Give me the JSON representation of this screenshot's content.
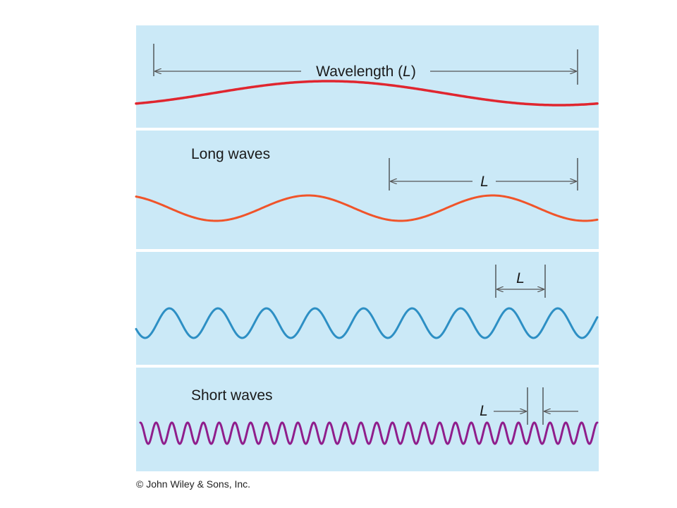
{
  "panels": [
    {
      "label": "",
      "dimension_label": "Wavelength (L)",
      "dimension_prefix": "Wavelength (",
      "dimension_symbol": "L",
      "dimension_suffix": ")",
      "wave_color": "#e0262f",
      "cycles_shown": 1
    },
    {
      "label": "Long waves",
      "dimension_symbol": "L",
      "wave_color": "#f0542a",
      "cycles_shown": 2.5
    },
    {
      "label": "",
      "dimension_symbol": "L",
      "wave_color": "#2d8fc4",
      "cycles_shown": 9.5
    },
    {
      "label": "Short waves",
      "dimension_symbol": "L",
      "wave_color": "#8f1e8c",
      "cycles_shown": 29
    }
  ],
  "panel_background": "#cbe9f7",
  "copyright": "© John Wiley & Sons, Inc."
}
